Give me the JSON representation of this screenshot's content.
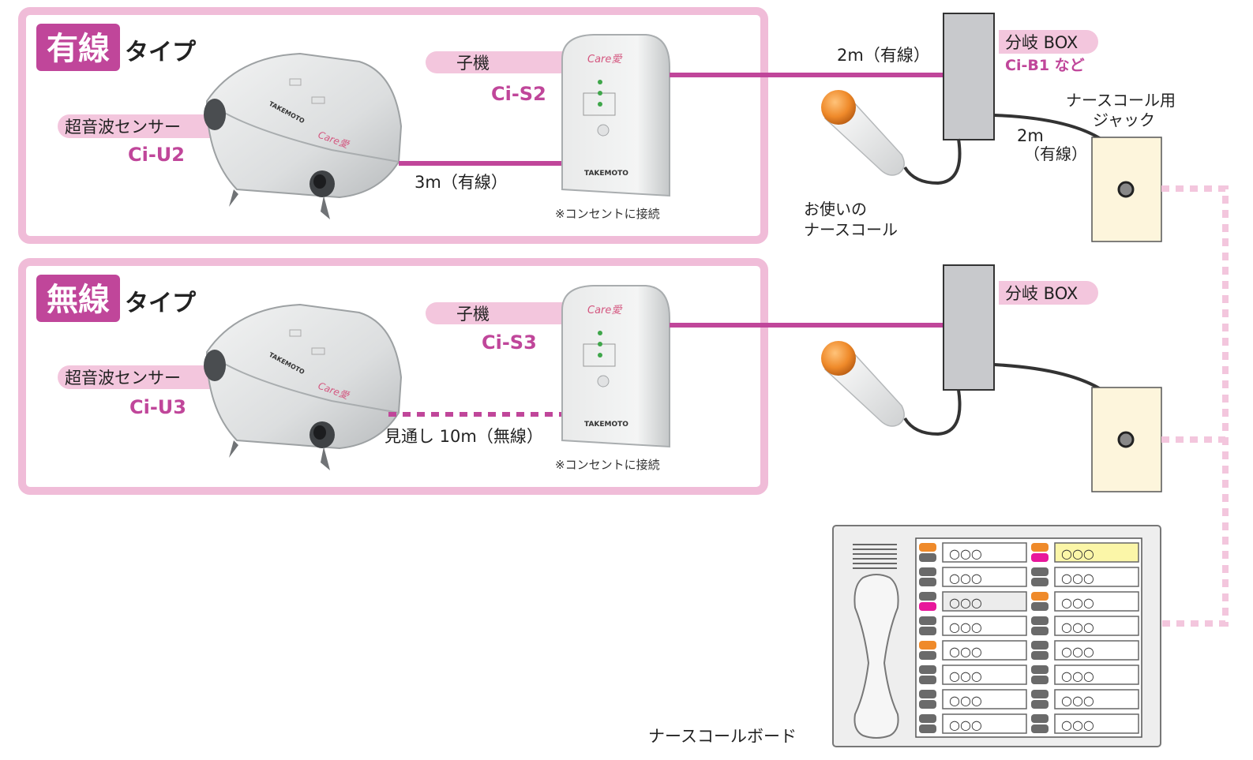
{
  "wired_panel": {
    "badge": "有線",
    "type_label": "タイプ",
    "sensor_label": "超音波センサー",
    "sensor_model": "Ci-U2",
    "child_label": "子機",
    "child_model": "Ci-S2",
    "cable_label": "3m（有線）",
    "outlet_note": "※コンセントに接続",
    "box_label": "分岐 BOX",
    "box_model": "Ci-B1 など",
    "box_cable_label": "2m（有線）"
  },
  "wireless_panel": {
    "badge": "無線",
    "type_label": "タイプ",
    "sensor_label": "超音波センサー",
    "sensor_model": "Ci-U3",
    "child_label": "子機",
    "child_model": "Ci-S3",
    "link_label": "見通し 10m（無線）",
    "outlet_note": "※コンセントに接続",
    "box_label": "分岐 BOX"
  },
  "jack": {
    "label_line1": "ナースコール用",
    "label_line2": "ジャック",
    "cable_line1": "2m",
    "cable_line2": "（有線）"
  },
  "nurse_call": {
    "label_line1": "お使いの",
    "label_line2": "ナースコール"
  },
  "board": {
    "label": "ナースコールボード",
    "cell_text": "○○○"
  },
  "device_text": {
    "brand": "TAKEMOTO",
    "logo": "Care愛"
  },
  "colors": {
    "accent": "#c0469a",
    "pink_light": "#f3c6dd",
    "panel_border": "#f0bcd8",
    "jack_fill": "#fdf5dc",
    "box_fill": "#c8c9cc",
    "orange": "#ef8a2a",
    "magenta_lamp": "#e8179b",
    "yellow_cell": "#fbf6a8"
  }
}
